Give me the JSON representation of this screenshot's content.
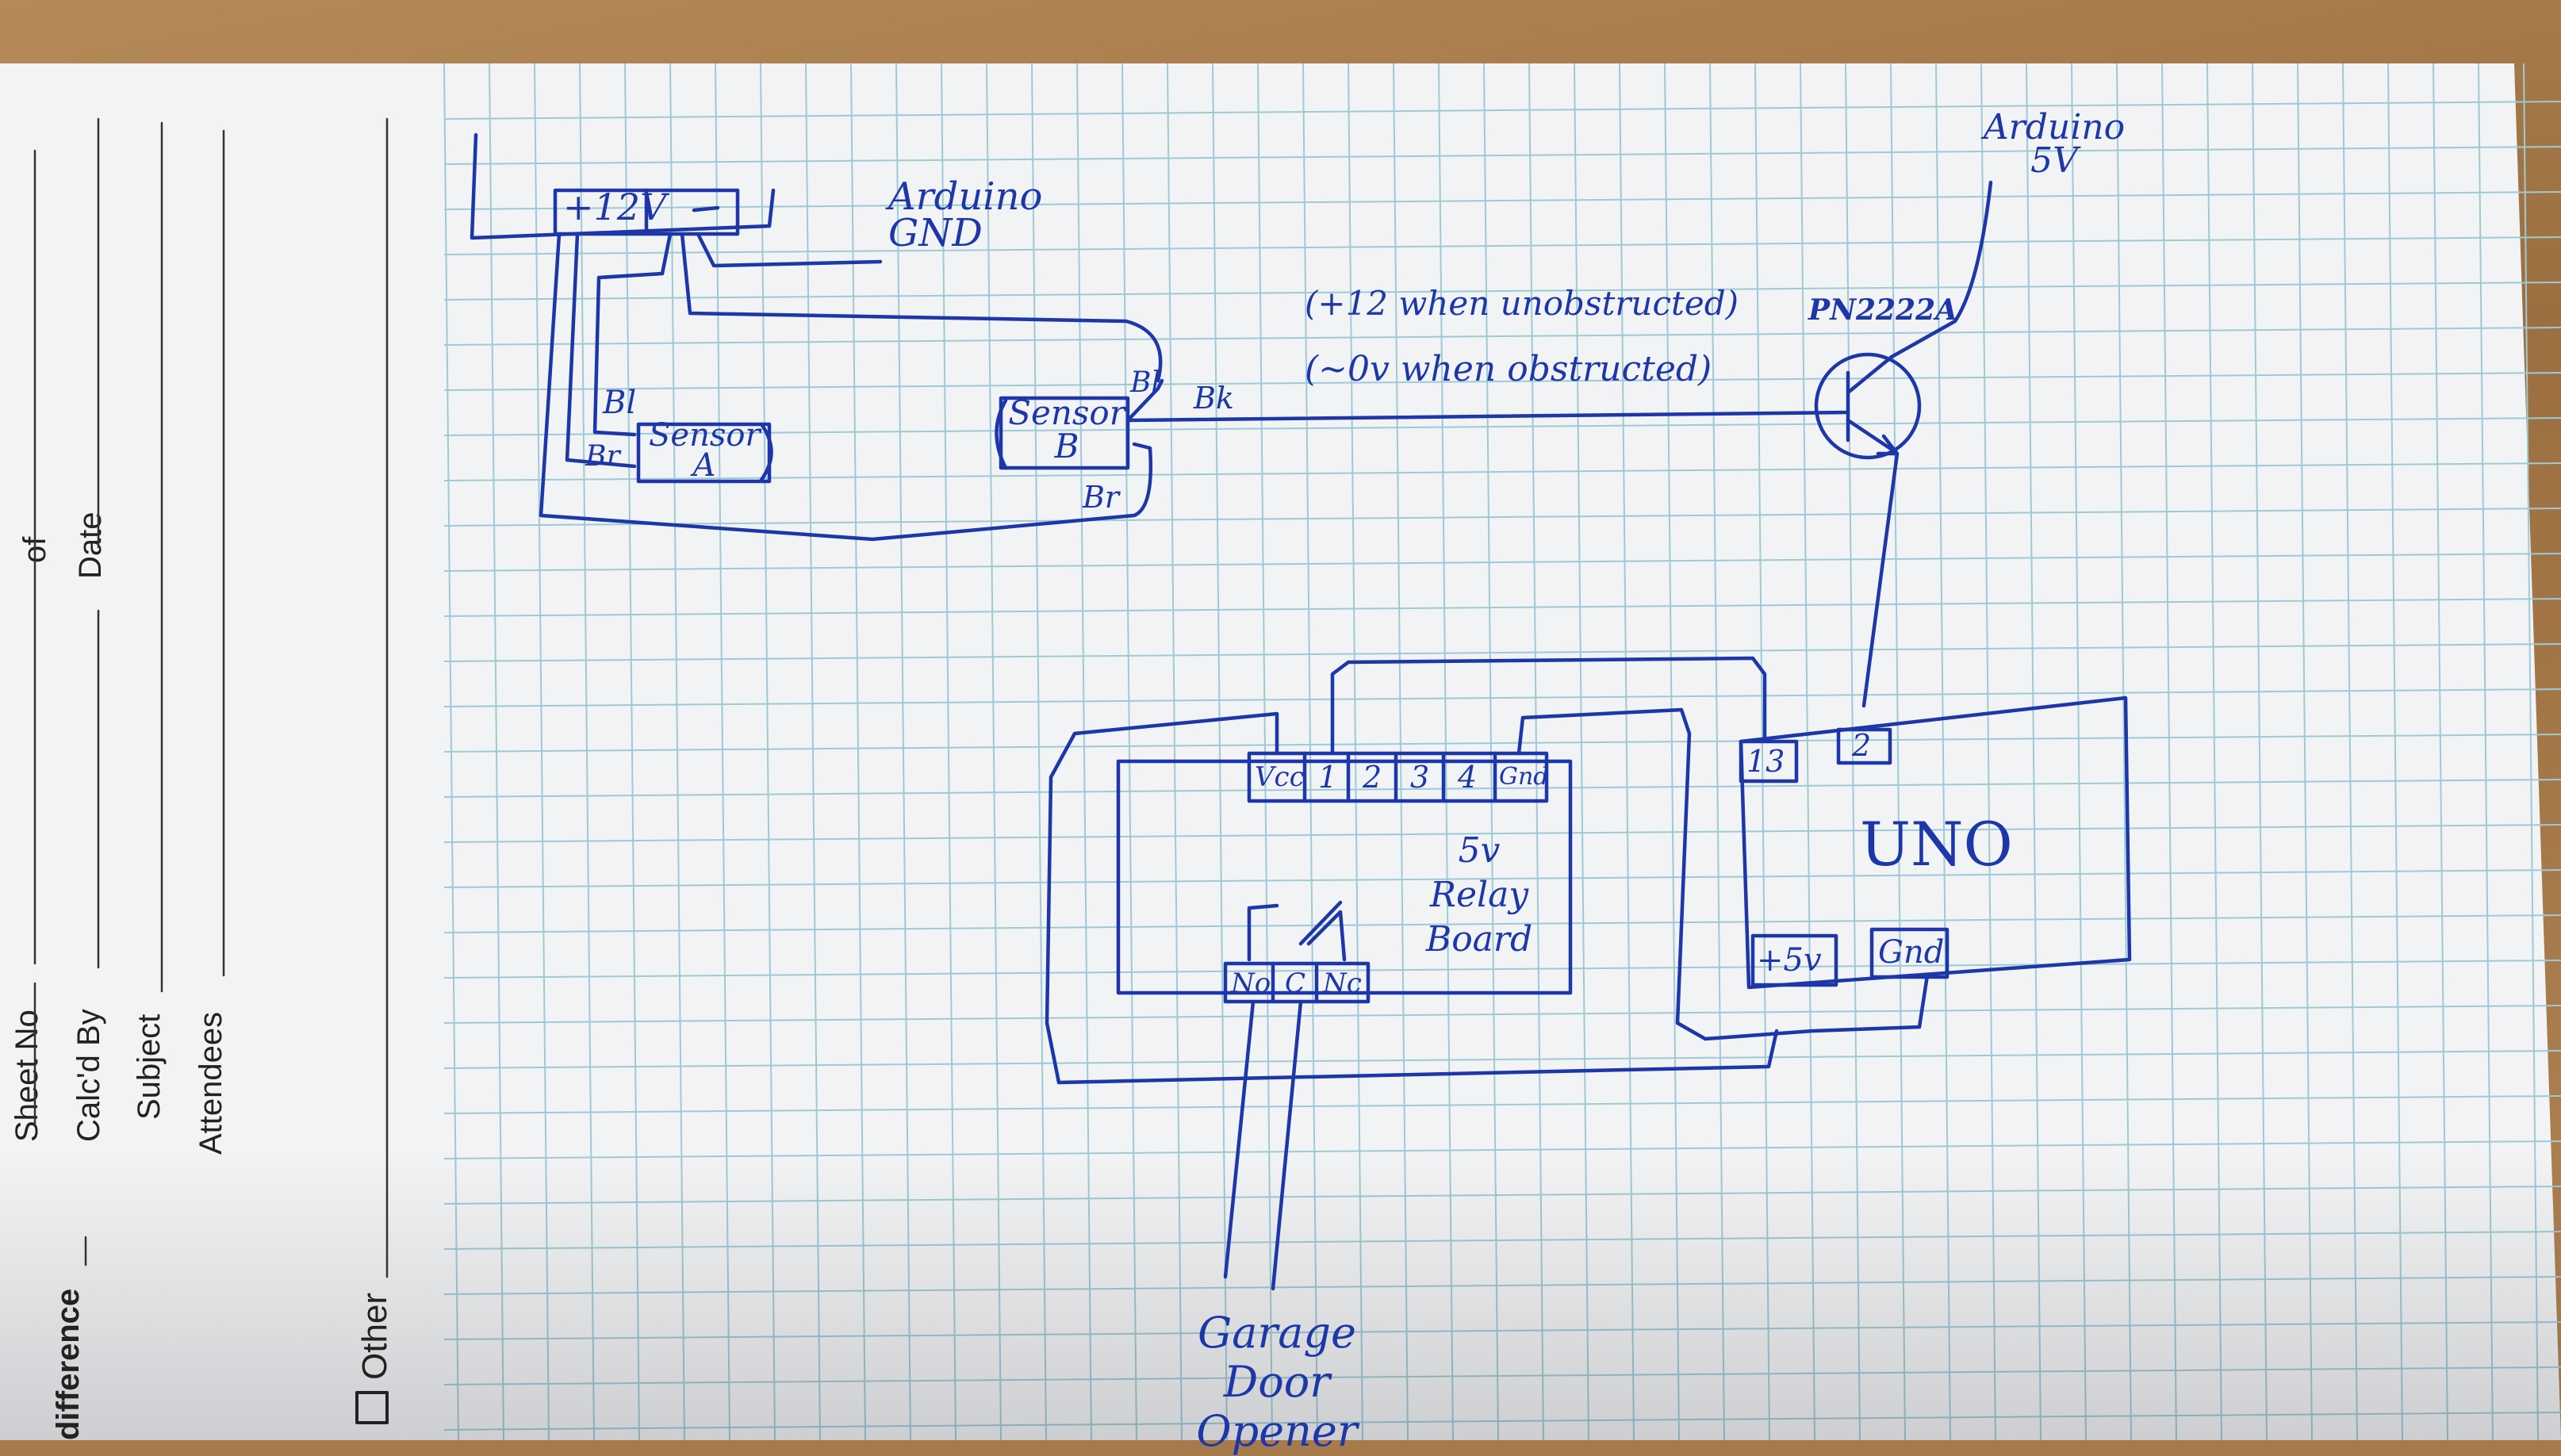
{
  "form_fields": {
    "sheet_no": "Sheet No",
    "of": "of",
    "calcd_by": "Calc'd By",
    "date": "Date",
    "subject": "Subject",
    "attendees": "Attendees",
    "difference": "difference",
    "other": "Other"
  },
  "diagram": {
    "power_supply": {
      "pos": "+12V",
      "neg": "—"
    },
    "arduino_gnd": "Arduino GND",
    "sensor_a": {
      "label": "Sensor A",
      "bl": "Bl",
      "br": "Br"
    },
    "sensor_b": {
      "label": "Sensor B",
      "bl": "Bl",
      "br": "Br",
      "bk": "Bk"
    },
    "note_unobstructed": "(+12 when unobstructed)",
    "note_obstructed": "(~0v when obstructed)",
    "transistor": "PN2222A",
    "arduino_5v": "Arduino 5V",
    "relay_board": {
      "label": "5v Relay Board",
      "pins": [
        "Vcc",
        "1",
        "2",
        "3",
        "4",
        "Gnd"
      ],
      "contacts": [
        "No",
        "C",
        "Nc"
      ]
    },
    "uno": {
      "label": "UNO",
      "pins_top": [
        "13",
        "2"
      ],
      "pins_bottom": [
        "+5v",
        "Gnd"
      ]
    },
    "garage": "Garage Door Opener"
  },
  "colors": {
    "ink": "#1d36a8",
    "grid": "#9fc9d6",
    "paper": "#f1f3f4"
  }
}
